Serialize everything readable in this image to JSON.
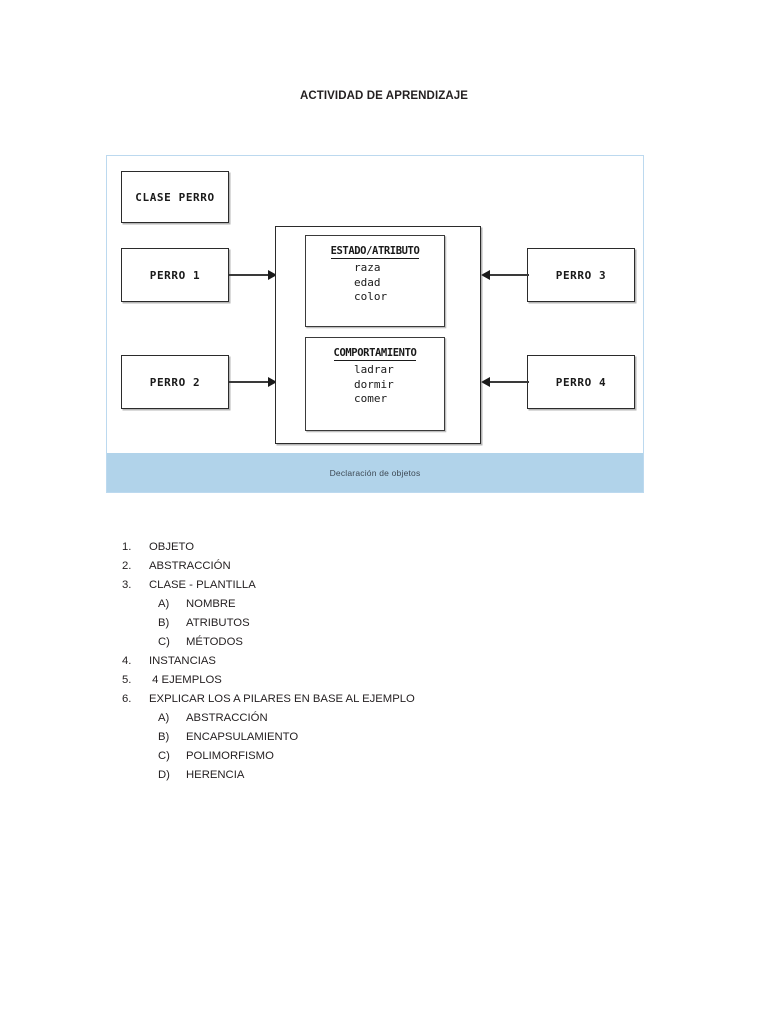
{
  "document": {
    "title": "ACTIVIDAD DE APRENDIZAJE"
  },
  "figure": {
    "caption": "Declaración de objetos",
    "border_color": "#bcd9ef",
    "caption_background": "#b1d3ea",
    "nodes": {
      "clase_perro": "CLASE PERRO",
      "perro_1": "PERRO 1",
      "perro_2": "PERRO 2",
      "perro_3": "PERRO 3",
      "perro_4": "PERRO 4"
    },
    "panels": [
      {
        "title": "ESTADO/ATRIBUTO",
        "items": [
          "raza",
          "edad",
          "color"
        ]
      },
      {
        "title": "COMPORTAMIENTO",
        "items": [
          "ladrar",
          "dormir",
          "comer"
        ]
      }
    ],
    "connectors": [
      {
        "from": "perro_1",
        "to": "object-container",
        "direction": "right"
      },
      {
        "from": "perro_2",
        "to": "object-container",
        "direction": "right"
      },
      {
        "from": "perro_3",
        "to": "object-container",
        "direction": "left"
      },
      {
        "from": "perro_4",
        "to": "object-container",
        "direction": "left"
      }
    ]
  },
  "task_list": [
    {
      "marker": "1.",
      "text": "OBJETO",
      "level": 0
    },
    {
      "marker": "2.",
      "text": "ABSTRACCIÓN",
      "level": 0
    },
    {
      "marker": "3.",
      "text": "CLASE - PLANTILLA",
      "level": 0
    },
    {
      "marker": "A)",
      "text": "NOMBRE",
      "level": 1
    },
    {
      "marker": "B)",
      "text": "ATRIBUTOS",
      "level": 1
    },
    {
      "marker": "C)",
      "text": "MÉTODOS",
      "level": 1
    },
    {
      "marker": "4.",
      "text": "INSTANCIAS",
      "level": 0
    },
    {
      "marker": "5.",
      "text": " 4 EJEMPLOS",
      "level": 0
    },
    {
      "marker": "6.",
      "text": "EXPLICAR LOS A PILARES EN BASE AL EJEMPLO",
      "level": 0
    },
    {
      "marker": "A)",
      "text": "ABSTRACCIÓN",
      "level": 1
    },
    {
      "marker": "B)",
      "text": "ENCAPSULAMIENTO",
      "level": 1
    },
    {
      "marker": "C)",
      "text": "POLIMORFISMO",
      "level": 1
    },
    {
      "marker": "D)",
      "text": "HERENCIA",
      "level": 1
    }
  ]
}
